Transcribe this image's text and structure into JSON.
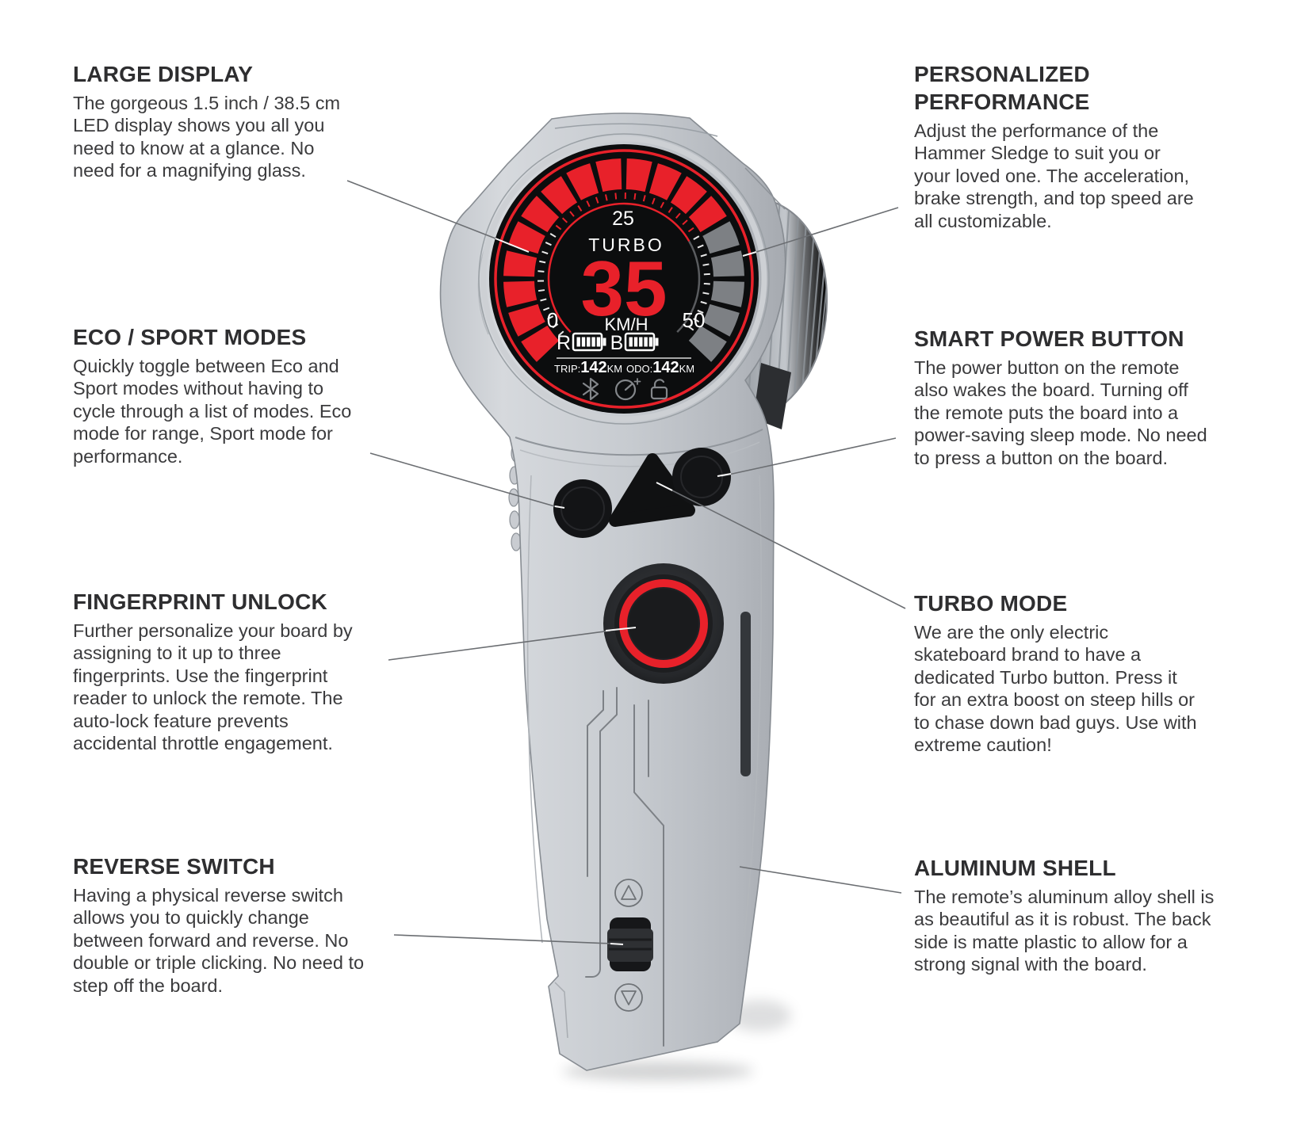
{
  "page": {
    "background": "#ffffff",
    "product": "electric skateboard remote"
  },
  "annotations": {
    "large_display": {
      "title": "LARGE DISPLAY",
      "body": "The gorgeous 1.5 inch / 38.5 cm\nLED display shows you all you\nneed to know at a glance. No\nneed for a magnifying glass."
    },
    "eco_sport": {
      "title": "ECO / SPORT MODES",
      "body": "Quickly toggle between Eco and\nSport modes without having to\ncycle through a list of modes. Eco\nmode for range, Sport mode for\nperformance."
    },
    "fingerprint": {
      "title": "FINGERPRINT UNLOCK",
      "body": "Further personalize your board by\nassigning to it up to three\nfingerprints. Use the fingerprint\nreader to unlock the remote. The\nauto-lock feature prevents\naccidental throttle engagement."
    },
    "reverse": {
      "title": "REVERSE SWITCH",
      "body": "Having a physical reverse switch\nallows you to quickly change\nbetween forward and reverse. No\ndouble or triple clicking. No need to\nstep off the board."
    },
    "personalized": {
      "title": "PERSONALIZED\nPERFORMANCE",
      "body": "Adjust the performance of the\nHammer Sledge to suit you or\nyour loved one. The acceleration,\nbrake strength, and top speed are\nall customizable."
    },
    "smart_power": {
      "title": "SMART POWER BUTTON",
      "body": "The power button on the remote\nalso wakes the board. Turning off\nthe remote puts the board into a\npower-saving sleep mode. No need\nto press a button on the board."
    },
    "turbo": {
      "title": "TURBO MODE",
      "body": "We are the only electric\nskateboard brand to have a\ndedicated Turbo button. Press it\nfor an extra boost on steep hills or\nto chase down bad guys. Use with\nextreme caution!"
    },
    "aluminum": {
      "title": "ALUMINUM SHELL",
      "body": "The remote’s aluminum alloy shell is\nas beautiful as it is robust. The back\nside is matte plastic to allow for a\nstrong signal with the board."
    }
  },
  "display": {
    "mode": "TURBO",
    "speed": "35",
    "unit": "KM/H",
    "scale": {
      "min": "0",
      "mid": "25",
      "max": "50"
    },
    "gauge": {
      "segments_total": 18,
      "segments_lit": 13,
      "start_deg": -135,
      "end_deg": 135,
      "lit_color": "#e8212a",
      "unlit_color": "#7d8084"
    },
    "battery_remote_label": "R",
    "battery_board_label": "B",
    "battery_remote_bars": 5,
    "battery_board_bars": 5,
    "trip_label": "TRIP:",
    "trip_value": "142",
    "trip_unit": "KM",
    "odo_label": "ODO:",
    "odo_value": "142",
    "odo_unit": "KM",
    "icons": [
      "bluetooth-icon",
      "cruise-gauge-icon",
      "unlock-icon"
    ]
  },
  "colors": {
    "accent_red": "#e8212a",
    "text": "#3a3a3c",
    "shell_light": "#d3d6da",
    "shell_dark": "#aeb2b8",
    "screen_black": "#0c0d0e",
    "icon_gray": "#83868a"
  }
}
